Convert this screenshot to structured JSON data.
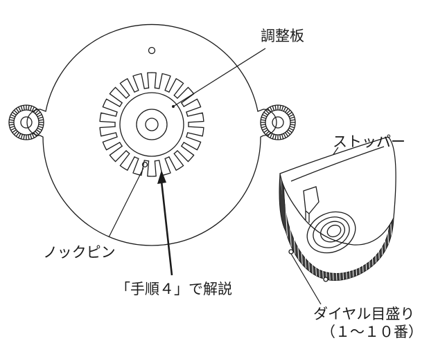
{
  "labels": {
    "adjust_plate": "調整板",
    "stopper": "ストッパー",
    "knock_pin": "ノックピン",
    "step_ref": "「手順４」で解説",
    "dial_line1": "ダイヤル目盛り",
    "dial_line2": "（１～１０番）"
  },
  "colors": {
    "line": "#1a1a1a",
    "background": "#ffffff"
  }
}
